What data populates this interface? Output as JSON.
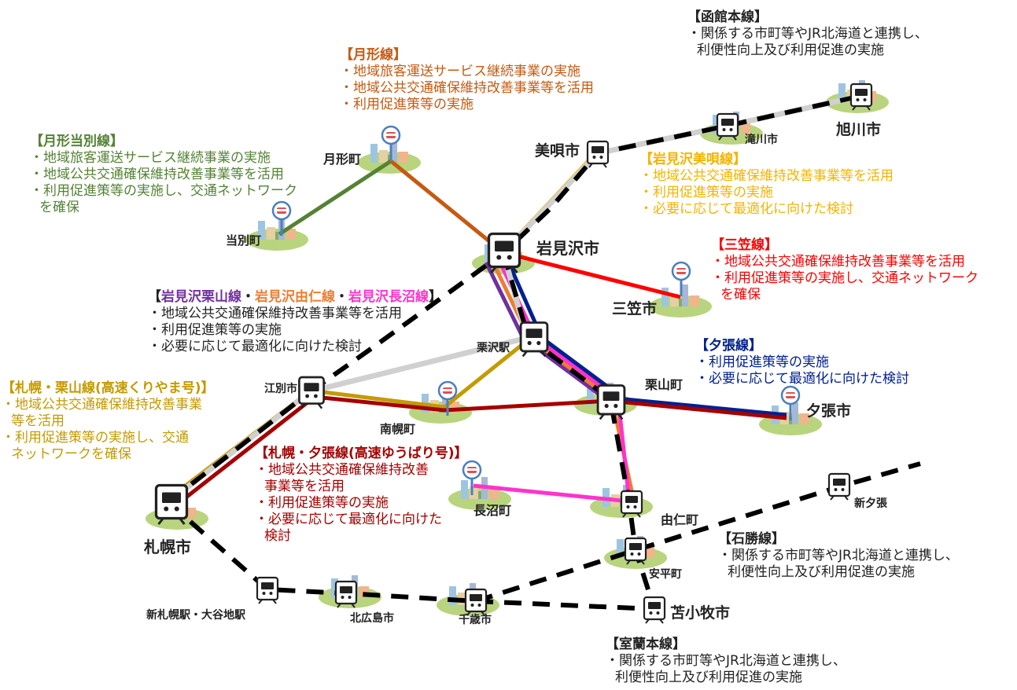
{
  "colors": {
    "tsukigata_toubetsu": "#548235",
    "tsukigata": "#c55a11",
    "iwamizawa_bibai": "#f4b400",
    "mikasa": "#ff0000",
    "kuriyama": "#7030a0",
    "yuni": "#ed7d31",
    "naganuma": "#ff33cc",
    "yubari": "#002090",
    "kosoku_kuriyama": "#c49a00",
    "kosoku_yubari": "#a50000",
    "jr": "#000000",
    "dark_text": "#222222"
  },
  "cities": {
    "sapporo": "札幌市",
    "iwamizawa": "岩見沢市",
    "asahikawa": "旭川市",
    "bibai": "美唄市",
    "takikawa": "滝川市",
    "tsukigata": "月形町",
    "toubetsu": "当別町",
    "mikasa": "三笠市",
    "kurisawa": "栗沢駅",
    "kuriyama": "栗山町",
    "yubari": "夕張市",
    "ebetsu": "江別市",
    "nanporo": "南幌町",
    "naganuma": "長沼町",
    "yuni": "由仁町",
    "shinyubari": "新夕張",
    "abira": "安平町",
    "tomakomai": "苫小牧市",
    "chitose": "千歳市",
    "kitahiroshima": "北広島市",
    "shinsapporo": "新札幌駅・大谷地駅"
  },
  "blocks": {
    "hakodate": {
      "title": "【函館本線】",
      "lines": [
        "・関係する市町等やJR北海道と連携し、",
        "利便性向上及び利用促進の実施"
      ]
    },
    "tsukigata": {
      "title": "【月形線】",
      "lines": [
        "・地域旅客運送サービス継続事業の実施",
        "・地域公共交通確保維持改善事業等を活用",
        "・利用促進策等の実施"
      ]
    },
    "tsukigata_toubetsu": {
      "title": "【月形当別線】",
      "lines": [
        "・地域旅客運送サービス継続事業の実施",
        "・地域公共交通確保維持改善事業等を活用",
        "・利用促進策等の実施し、交通ネットワーク",
        "を確保"
      ]
    },
    "iwamizawa_bibai": {
      "title": "【岩見沢美唄線】",
      "lines": [
        "・地域公共交通確保維持改善事業等を活用",
        "・利用促進策等の実施",
        "・必要に応じて最適化に向けた検討"
      ]
    },
    "mikasa": {
      "title": "【三笠線】",
      "lines": [
        "・地域公共交通確保維持改善事業等を活用",
        "・利用促進策等の実施し、交通ネットワーク",
        "を確保"
      ]
    },
    "three": {
      "bracket_open": "【",
      "name1": "岩見沢栗山線",
      "sep1": "・",
      "name2": "岩見沢由仁線",
      "sep2": "・",
      "name3": "岩見沢長沼線",
      "bracket_close": "】",
      "lines": [
        "・地域公共交通確保維持改善事業等を活用",
        "・利用促進策等の実施",
        "・必要に応じて最適化に向けた検討"
      ]
    },
    "yubari": {
      "title": "【夕張線】",
      "lines": [
        "・利用促進策等の実施",
        "・必要に応じて最適化に向けた検討"
      ]
    },
    "sapporo_kuriyama": {
      "title": "【札幌・栗山線(高速くりやま号)】",
      "lines": [
        "・地域公共交通確保維持改善事業",
        "等を活用",
        "・利用促進策等の実施し、交通",
        "ネットワークを確保"
      ]
    },
    "sapporo_yubari": {
      "title": "【札幌・夕張線(高速ゆうばり号)】",
      "lines": [
        "・地域公共交通確保維持改善",
        "事業等を活用",
        "・利用促進策等の実施",
        "・必要に応じて最適化に向けた",
        "検討"
      ]
    },
    "sekisho": {
      "title": "【石勝線】",
      "lines": [
        "・関係する市町等やJR北海道と連携し、",
        "利便性向上及び利用促進の実施"
      ]
    },
    "muroran": {
      "title": "【室蘭本線】",
      "lines": [
        "・関係する市町等やJR北海道と連携し、",
        "利便性向上及び利用促進の実施"
      ]
    }
  }
}
